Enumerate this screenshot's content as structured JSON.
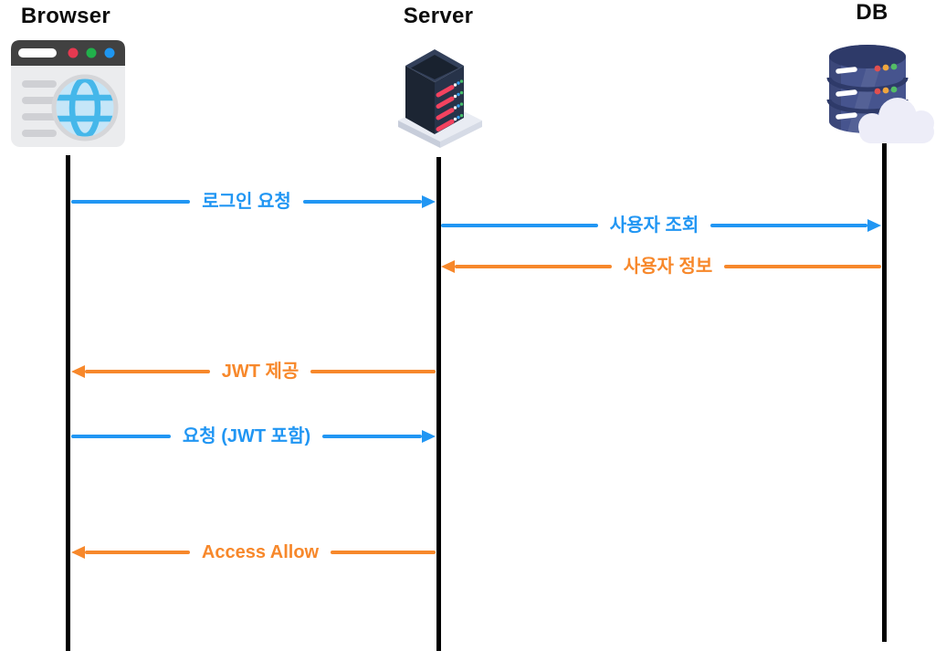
{
  "actors": [
    {
      "name": "Browser",
      "icon": "browser-window-icon"
    },
    {
      "name": "Server",
      "icon": "server-rack-icon"
    },
    {
      "name": "DB",
      "icon": "database-cloud-icon"
    }
  ],
  "messages": [
    {
      "label": "로그인 요청",
      "from": "Browser",
      "to": "Server",
      "direction": "right",
      "color": "#2196f3"
    },
    {
      "label": "사용자 조회",
      "from": "Server",
      "to": "DB",
      "direction": "right",
      "color": "#2196f3"
    },
    {
      "label": "사용자 정보",
      "from": "DB",
      "to": "Server",
      "direction": "left",
      "color": "#f7882b"
    },
    {
      "label": "JWT 제공",
      "from": "Server",
      "to": "Browser",
      "direction": "left",
      "color": "#f7882b"
    },
    {
      "label": "요청 (JWT 포함)",
      "from": "Browser",
      "to": "Server",
      "direction": "right",
      "color": "#2196f3"
    },
    {
      "label": "Access Allow",
      "from": "Server",
      "to": "Browser",
      "direction": "left",
      "color": "#f7882b"
    }
  ],
  "colors": {
    "request_arrow": "#2196f3",
    "response_arrow": "#f7882b",
    "lifeline": "#000000",
    "background": "#ffffff"
  }
}
